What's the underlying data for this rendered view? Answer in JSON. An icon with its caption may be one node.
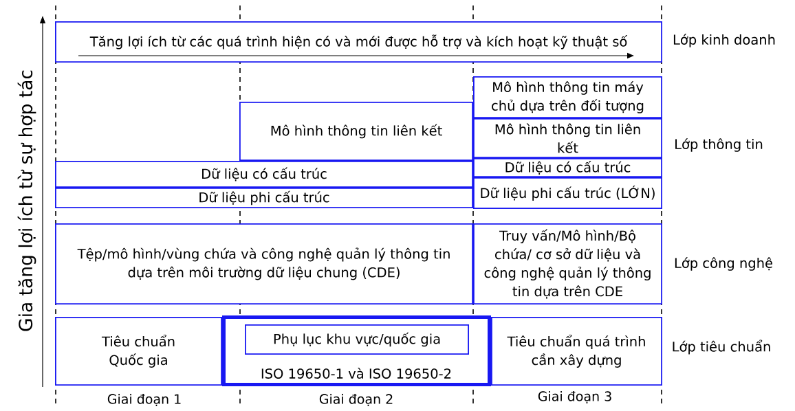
{
  "diagram": {
    "nodes": [
      {
        "text": [
          "Tăng lợi ích từ các quá trình hiện có và mới được hỗ trợ và kích hoạt kỹ thuật số"
        ]
      },
      {
        "text": [
          "Mô hình thông tin liên kết"
        ]
      },
      {
        "text": [
          "Mô hình thông tin máy chủ dựa trên đối tượng"
        ]
      },
      {
        "text": [
          "Mô hình thông tin liên kết"
        ]
      },
      {
        "text": [
          "Dữ liệu có cấu trúc"
        ]
      },
      {
        "text": [
          "Dữ liệu có cấu trúc"
        ]
      },
      {
        "text": [
          "Dữ liệu phi cấu trúc"
        ]
      },
      {
        "text": [
          "Dữ liệu phi cấu trúc (LỚN)"
        ]
      },
      {
        "text": [
          "Tệp/mô hình/vùng chứa và công nghệ quản lý thông tin dựa trên môi trường dữ liệu chung (CDE)"
        ]
      },
      {
        "text": [
          "Truy vấn/Mô hình/Bộ chứa/ cơ sở dữ liệu và công nghệ quản lý thông tin dựa trên CDE"
        ]
      },
      {
        "text": [
          "Tiêu chuẩn Quốc gia"
        ]
      },
      {
        "text": [
          "ISO 19650-1 và ISO 19650-2"
        ]
      },
      {
        "text": [
          "Phụ lục khu vực/quốc gia"
        ],
        "in": 11
      },
      {
        "text": [
          "Tiêu chuẩn quá trình cần xây dựng"
        ]
      }
    ],
    "labels": [
      "Gia tăng lợi ích từ sự hợp tác",
      "Lớp kinh doanh",
      "Lớp thông tin",
      "Lớp công nghệ",
      "Lớp tiêu chuẩn",
      "Giai đoạn 1",
      "Giai đoạn 2",
      "Giai đoạn 3"
    ]
  }
}
